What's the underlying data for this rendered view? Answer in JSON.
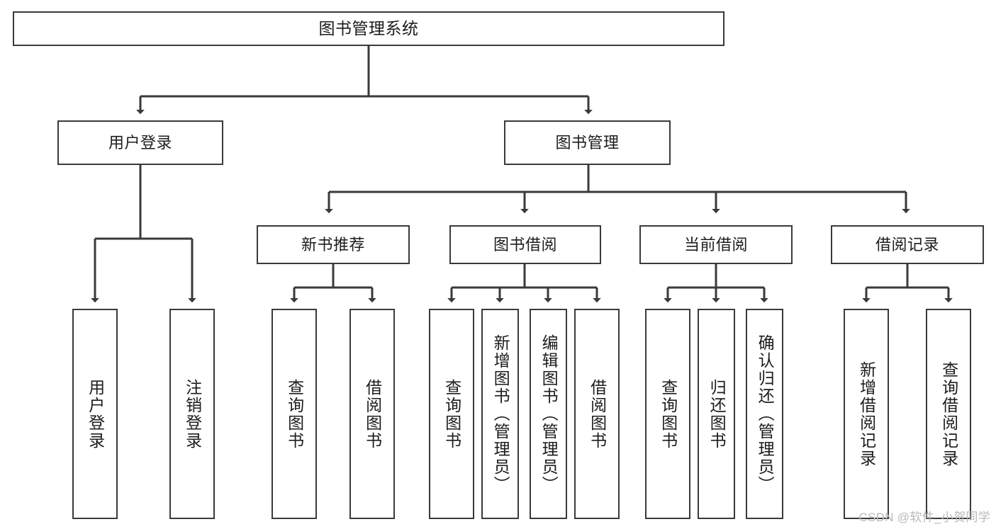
{
  "diagram": {
    "title": "图书管理系统",
    "type": "tree-hierarchy-diagram",
    "root": {
      "id": "root",
      "label": "图书管理系统"
    },
    "level2": [
      {
        "id": "user-login",
        "label": "用户登录"
      },
      {
        "id": "book-manage",
        "label": "图书管理"
      }
    ],
    "level3": [
      {
        "id": "new-book-rec",
        "label": "新书推荐"
      },
      {
        "id": "book-borrow",
        "label": "图书借阅"
      },
      {
        "id": "current-borrow",
        "label": "当前借阅"
      },
      {
        "id": "borrow-record",
        "label": "借阅记录"
      }
    ],
    "leaves": [
      {
        "id": "leaf-user-login",
        "label": "用户登录",
        "parent": "user-login"
      },
      {
        "id": "leaf-logout",
        "label": "注销登录",
        "parent": "user-login"
      },
      {
        "id": "leaf-query-book-1",
        "label": "查询图书",
        "parent": "new-book-rec"
      },
      {
        "id": "leaf-borrow-book-1",
        "label": "借阅图书",
        "parent": "new-book-rec"
      },
      {
        "id": "leaf-query-book-2",
        "label": "查询图书",
        "parent": "book-borrow"
      },
      {
        "id": "leaf-add-book",
        "label": "新增图书（管理员）",
        "parent": "book-borrow"
      },
      {
        "id": "leaf-edit-book",
        "label": "编辑图书（管理员）",
        "parent": "book-borrow"
      },
      {
        "id": "leaf-borrow-book-2",
        "label": "借阅图书",
        "parent": "book-borrow"
      },
      {
        "id": "leaf-query-book-3",
        "label": "查询图书",
        "parent": "current-borrow"
      },
      {
        "id": "leaf-return-book",
        "label": "归还图书",
        "parent": "current-borrow"
      },
      {
        "id": "leaf-confirm-return",
        "label": "确认归还（管理员）",
        "parent": "current-borrow"
      },
      {
        "id": "leaf-add-record",
        "label": "新增借阅记录",
        "parent": "borrow-record"
      },
      {
        "id": "leaf-query-record",
        "label": "查询借阅记录",
        "parent": "borrow-record"
      }
    ]
  },
  "watermark": {
    "text": "CSDN @软件_小贺同学"
  },
  "colors": {
    "stroke": "#3a3a3a",
    "text": "#1c1c1c",
    "background": "#ffffff",
    "watermark": "#b9b9b9"
  }
}
